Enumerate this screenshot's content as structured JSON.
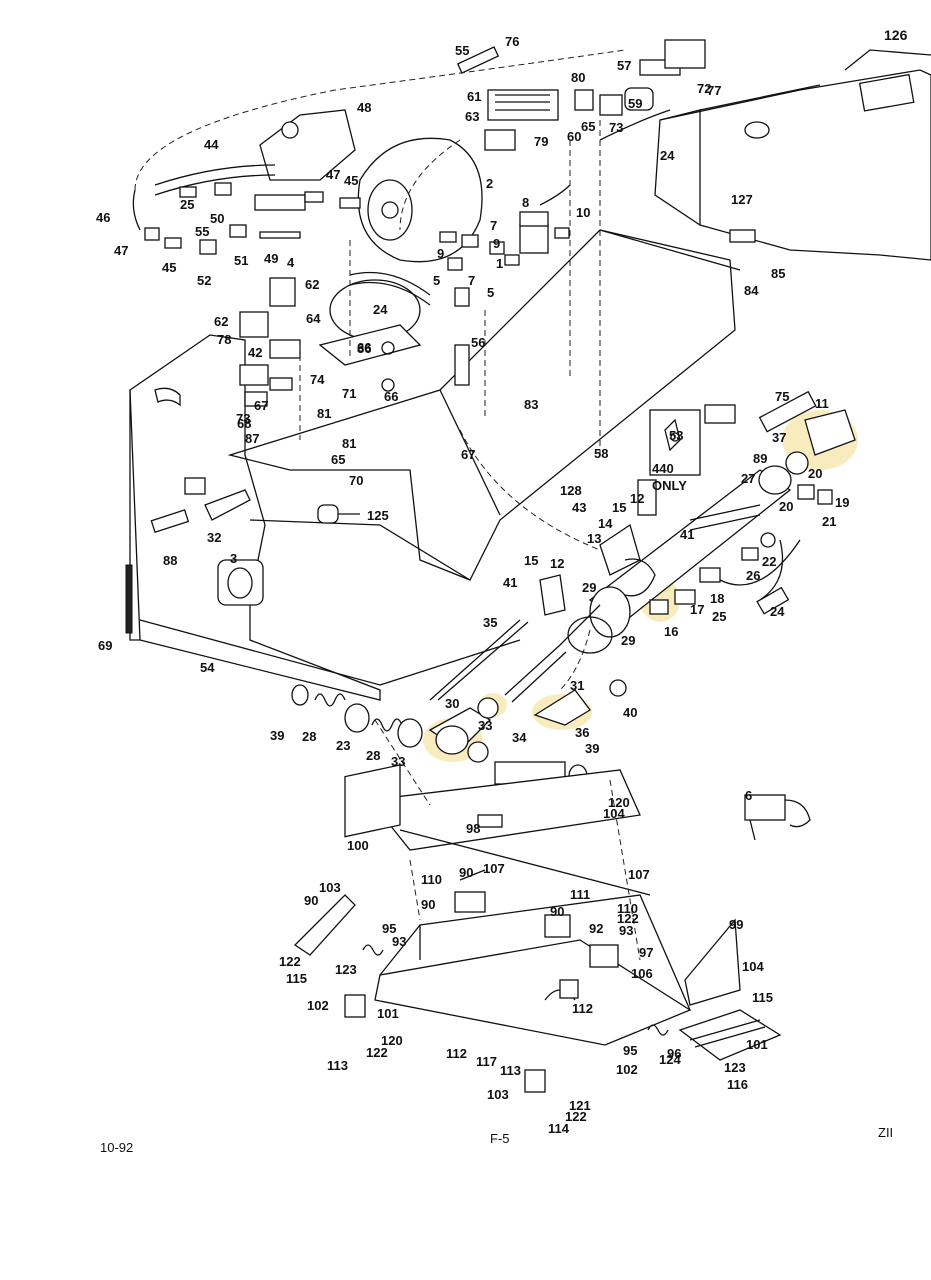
{
  "page": {
    "sheet_date": "10-92",
    "figure_id": "F-5",
    "model": "ZII",
    "inset_label": "440",
    "inset_note": "ONLY"
  },
  "colors": {
    "ink": "#111111",
    "paper": "#ffffff",
    "highlight": "#f3dc8a"
  },
  "callouts": [
    "1",
    "2",
    "3",
    "4",
    "5",
    "5",
    "6",
    "7",
    "7",
    "8",
    "9",
    "9",
    "10",
    "11",
    "12",
    "12",
    "13",
    "14",
    "15",
    "15",
    "16",
    "17",
    "18",
    "19",
    "20",
    "20",
    "21",
    "22",
    "23",
    "24",
    "24",
    "24",
    "25",
    "25",
    "26",
    "27",
    "28",
    "28",
    "29",
    "29",
    "30",
    "31",
    "32",
    "33",
    "33",
    "34",
    "35",
    "36",
    "37",
    "39",
    "39",
    "40",
    "41",
    "41",
    "42",
    "43",
    "44",
    "45",
    "45",
    "46",
    "47",
    "47",
    "48",
    "49",
    "50",
    "51",
    "52",
    "53",
    "54",
    "55",
    "55",
    "56",
    "57",
    "58",
    "59",
    "60",
    "61",
    "62",
    "62",
    "63",
    "64",
    "65",
    "65",
    "66",
    "66",
    "67",
    "67",
    "68",
    "69",
    "70",
    "71",
    "72",
    "73",
    "73",
    "74",
    "75",
    "76",
    "77",
    "78",
    "79",
    "80",
    "81",
    "81",
    "83",
    "84",
    "85",
    "86",
    "87",
    "88",
    "89",
    "90",
    "90",
    "90",
    "90",
    "92",
    "93",
    "93",
    "95",
    "95",
    "96",
    "97",
    "98",
    "99",
    "100",
    "101",
    "101",
    "102",
    "102",
    "103",
    "103",
    "104",
    "104",
    "106",
    "107",
    "107",
    "110",
    "110",
    "111",
    "112",
    "112",
    "113",
    "113",
    "114",
    "115",
    "115",
    "116",
    "117",
    "120",
    "120",
    "121",
    "122",
    "122",
    "122",
    "122",
    "123",
    "123",
    "124",
    "125",
    "126",
    "127",
    "128"
  ]
}
